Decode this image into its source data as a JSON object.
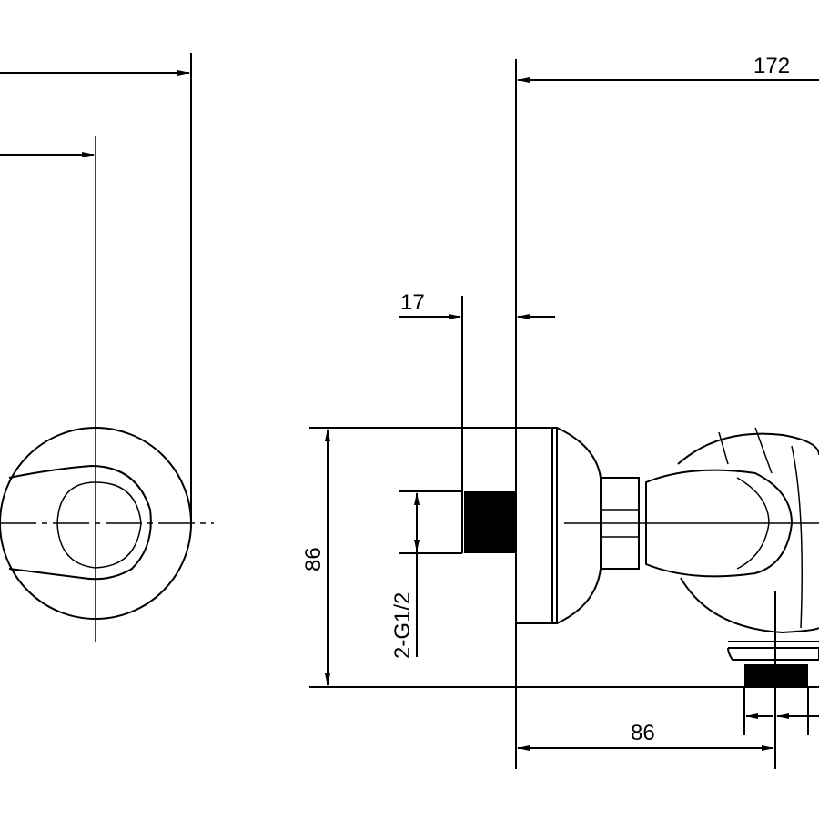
{
  "drawing": {
    "colors": {
      "line": "#000000",
      "background": "#ffffff"
    },
    "dimensions": {
      "overall_length": "172",
      "wall_offset": "17",
      "height": "86",
      "inlet_thread": "2-G1/2",
      "outlet_offset": "86"
    }
  }
}
